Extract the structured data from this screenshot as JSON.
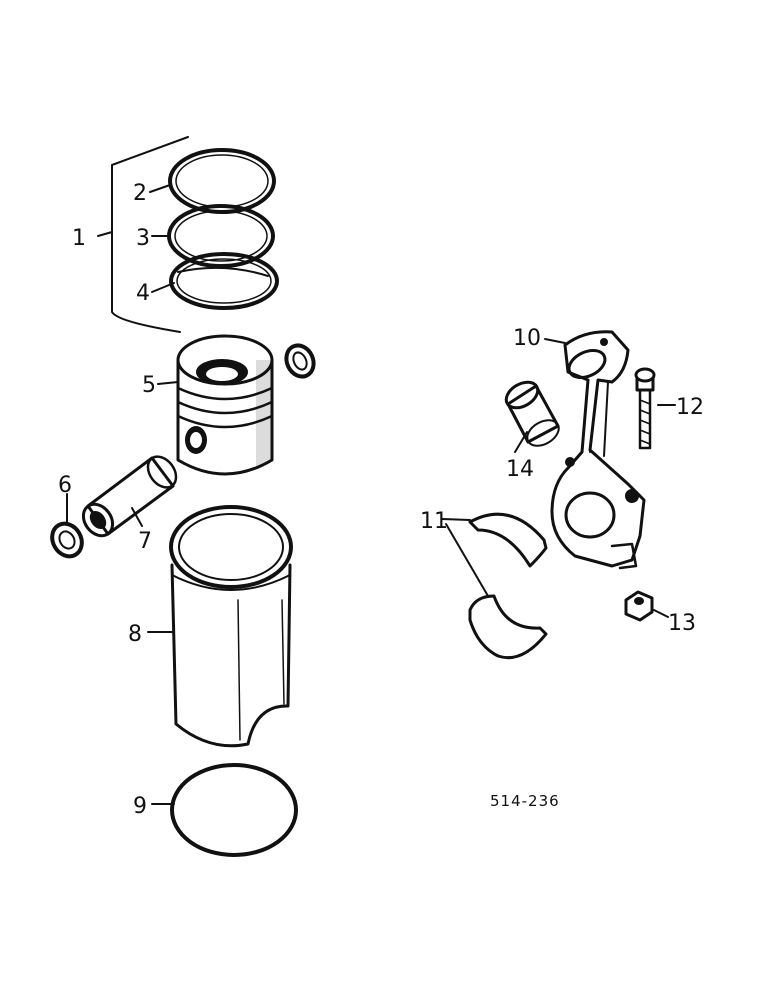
{
  "callouts": {
    "c1": "1",
    "c2": "2",
    "c3": "3",
    "c4": "4",
    "c5": "5",
    "c6": "6",
    "c7": "7",
    "c8": "8",
    "c9": "9",
    "c10": "10",
    "c11": "11",
    "c12": "12",
    "c13": "13",
    "c14": "14"
  },
  "reference_code": "514-236"
}
